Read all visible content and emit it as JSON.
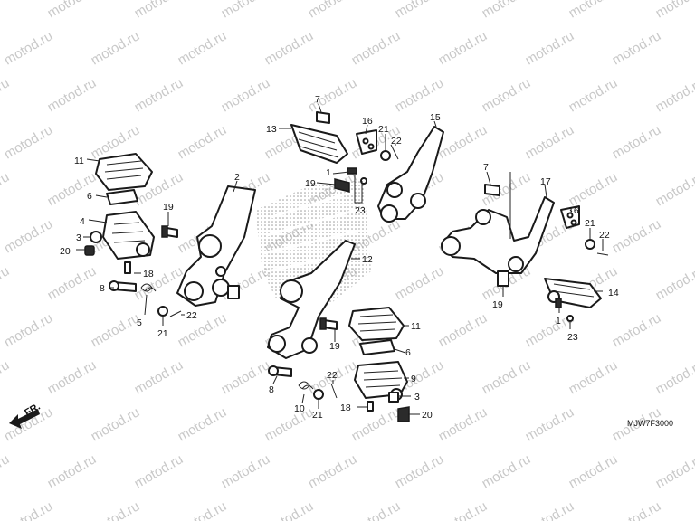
{
  "watermark": "motod.ru",
  "diagram_code": "MJW7F3000",
  "front_label": "FR.",
  "callouts": {
    "c1a": "1",
    "c1b": "1",
    "c2": "2",
    "c3a": "3",
    "c3b": "3",
    "c4": "4",
    "c5": "5",
    "c6a": "6",
    "c6b": "6",
    "c7a": "7",
    "c7b": "7",
    "c8a": "8",
    "c8b": "8",
    "c9": "9",
    "c10": "10",
    "c11a": "11",
    "c11b": "11",
    "c12": "12",
    "c13": "13",
    "c14": "14",
    "c15": "15",
    "c16a": "16",
    "c16b": "16",
    "c17": "17",
    "c18a": "18",
    "c18b": "18",
    "c19a": "19",
    "c19b": "19",
    "c19c": "19",
    "c19d": "19",
    "c20a": "20",
    "c20b": "20",
    "c21a": "21",
    "c21b": "21",
    "c21c": "21",
    "c21d": "21",
    "c22a": "22",
    "c22b": "22",
    "c22c": "22",
    "c22d": "22",
    "c23a": "23",
    "c23b": "23"
  },
  "colors": {
    "ink": "#1a1a1a",
    "watermark": "#c9c9c9",
    "emblem": "#bdbdbd"
  }
}
